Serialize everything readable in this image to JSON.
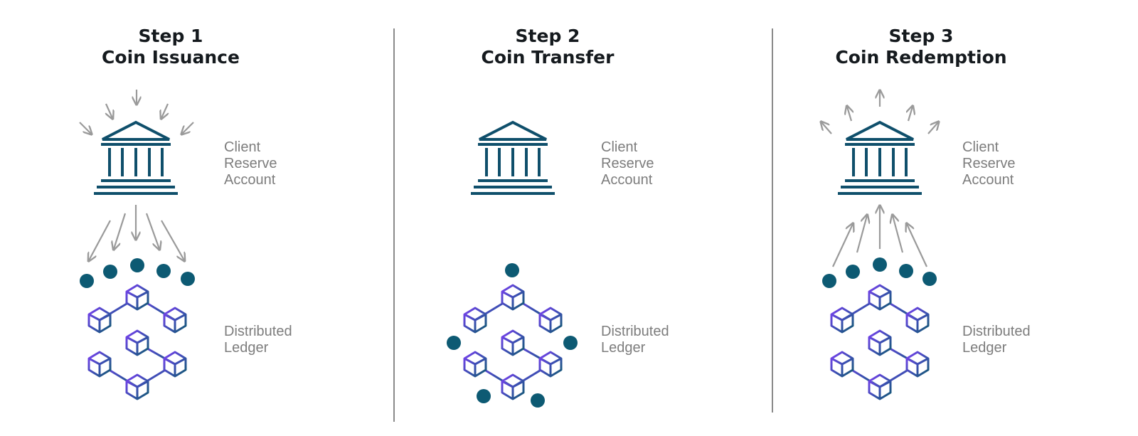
{
  "steps": [
    {
      "step": "Step 1",
      "name": "Coin Issuance",
      "bank_label": "Client\nReserve\nAccount",
      "ledger_label": "Distributed\nLedger",
      "flow": "arrows-in"
    },
    {
      "step": "Step 2",
      "name": "Coin Transfer",
      "bank_label": "Client\nReserve\nAccount",
      "ledger_label": "Distributed\nLedger",
      "flow": "none"
    },
    {
      "step": "Step 3",
      "name": "Coin Redemption",
      "bank_label": "Client\nReserve\nAccount",
      "ledger_label": "Distributed\nLedger",
      "flow": "arrows-out"
    }
  ],
  "colors": {
    "bank": "#0f4f6b",
    "coin": "#0d5a73",
    "arrow": "#9a9a9a",
    "ledger_start": "#7b3ff2",
    "ledger_end": "#0f5a6e",
    "text": "#151a1e",
    "label": "#7d7d7d"
  },
  "icons": [
    "bank-icon",
    "coin-icon",
    "distributed-ledger-icon",
    "arrow-icon"
  ]
}
